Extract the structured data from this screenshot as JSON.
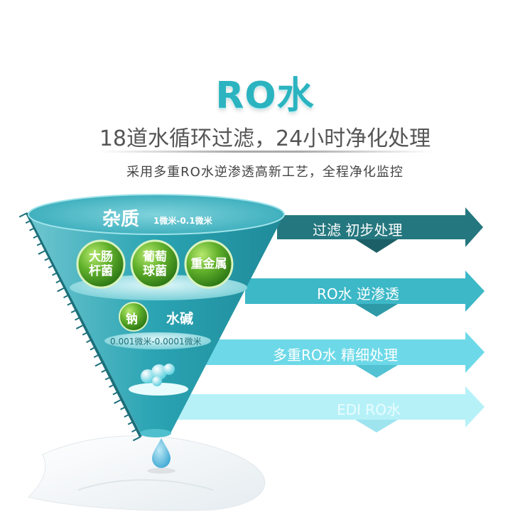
{
  "header": {
    "title": "RO水",
    "subtitle": "18道水循环过滤，24小时净化处理",
    "tagline": "采用多重RO水逆渗透高新工艺，全程净化监控"
  },
  "funnel": {
    "top_label": "杂质",
    "top_range": "1微米-0.1微米",
    "balls": [
      "大肠\n杆菌",
      "葡萄\n球菌",
      "重金属"
    ],
    "small_balls": [
      "钠",
      "水碱"
    ],
    "mid_range": "0.001微米-0.0001微米"
  },
  "arrows": [
    {
      "label": "过滤  初步处理",
      "color": "#25777f"
    },
    {
      "label": "RO水  逆渗透",
      "color": "#3cb8c7"
    },
    {
      "label": "多重RO水  精细处理",
      "color": "#6dd9e8"
    },
    {
      "label": "EDI  RO水",
      "color": "#b6f1f8"
    }
  ],
  "colors": {
    "accent": "#2bb3c0",
    "ball_green": "#5aa82a"
  }
}
